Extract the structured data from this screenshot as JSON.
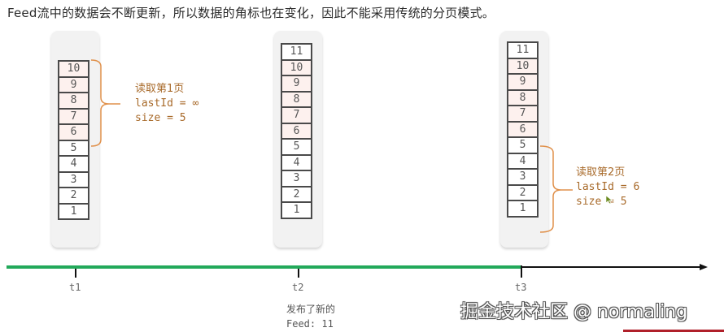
{
  "title": "Feed流中的数据会不断更新，所以数据的角标也在变化，因此不能采用传统的分页模式。",
  "columns": [
    {
      "id": "t1",
      "items": [
        {
          "label": "10",
          "highlight": true
        },
        {
          "label": "9",
          "highlight": true
        },
        {
          "label": "8",
          "highlight": true
        },
        {
          "label": "7",
          "highlight": true
        },
        {
          "label": "6",
          "highlight": true
        },
        {
          "label": "5",
          "highlight": false
        },
        {
          "label": "4",
          "highlight": false
        },
        {
          "label": "3",
          "highlight": false
        },
        {
          "label": "2",
          "highlight": false
        },
        {
          "label": "1",
          "highlight": false
        }
      ],
      "note": {
        "line1": "读取第1页",
        "line2": "lastId = ∞",
        "line3": "size = 5"
      }
    },
    {
      "id": "t2",
      "items": [
        {
          "label": "11",
          "highlight": false
        },
        {
          "label": "10",
          "highlight": true
        },
        {
          "label": "9",
          "highlight": true
        },
        {
          "label": "8",
          "highlight": true
        },
        {
          "label": "7",
          "highlight": true
        },
        {
          "label": "6",
          "highlight": true
        },
        {
          "label": "5",
          "highlight": false
        },
        {
          "label": "4",
          "highlight": false
        },
        {
          "label": "3",
          "highlight": false
        },
        {
          "label": "2",
          "highlight": false
        },
        {
          "label": "1",
          "highlight": false
        }
      ]
    },
    {
      "id": "t3",
      "items": [
        {
          "label": "11",
          "highlight": false
        },
        {
          "label": "10",
          "highlight": true
        },
        {
          "label": "9",
          "highlight": true
        },
        {
          "label": "8",
          "highlight": true
        },
        {
          "label": "7",
          "highlight": true
        },
        {
          "label": "6",
          "highlight": true
        },
        {
          "label": "5",
          "highlight": false
        },
        {
          "label": "4",
          "highlight": false
        },
        {
          "label": "3",
          "highlight": false
        },
        {
          "label": "2",
          "highlight": false
        },
        {
          "label": "1",
          "highlight": false
        }
      ],
      "note": {
        "line1": "读取第2页",
        "line2": "lastId = 6",
        "line3": "size = 5"
      }
    }
  ],
  "timeline": {
    "ticks": [
      "t1",
      "t2",
      "t3"
    ],
    "event": {
      "line1": "发布了新的",
      "line2": "Feed: 11"
    },
    "colors": {
      "progress": "#22a95a",
      "rest": "#111111",
      "bracket": "#e0904a",
      "highlight_cell": "#fdf1ee"
    }
  },
  "watermark": "掘金技术社区 @ normaling"
}
